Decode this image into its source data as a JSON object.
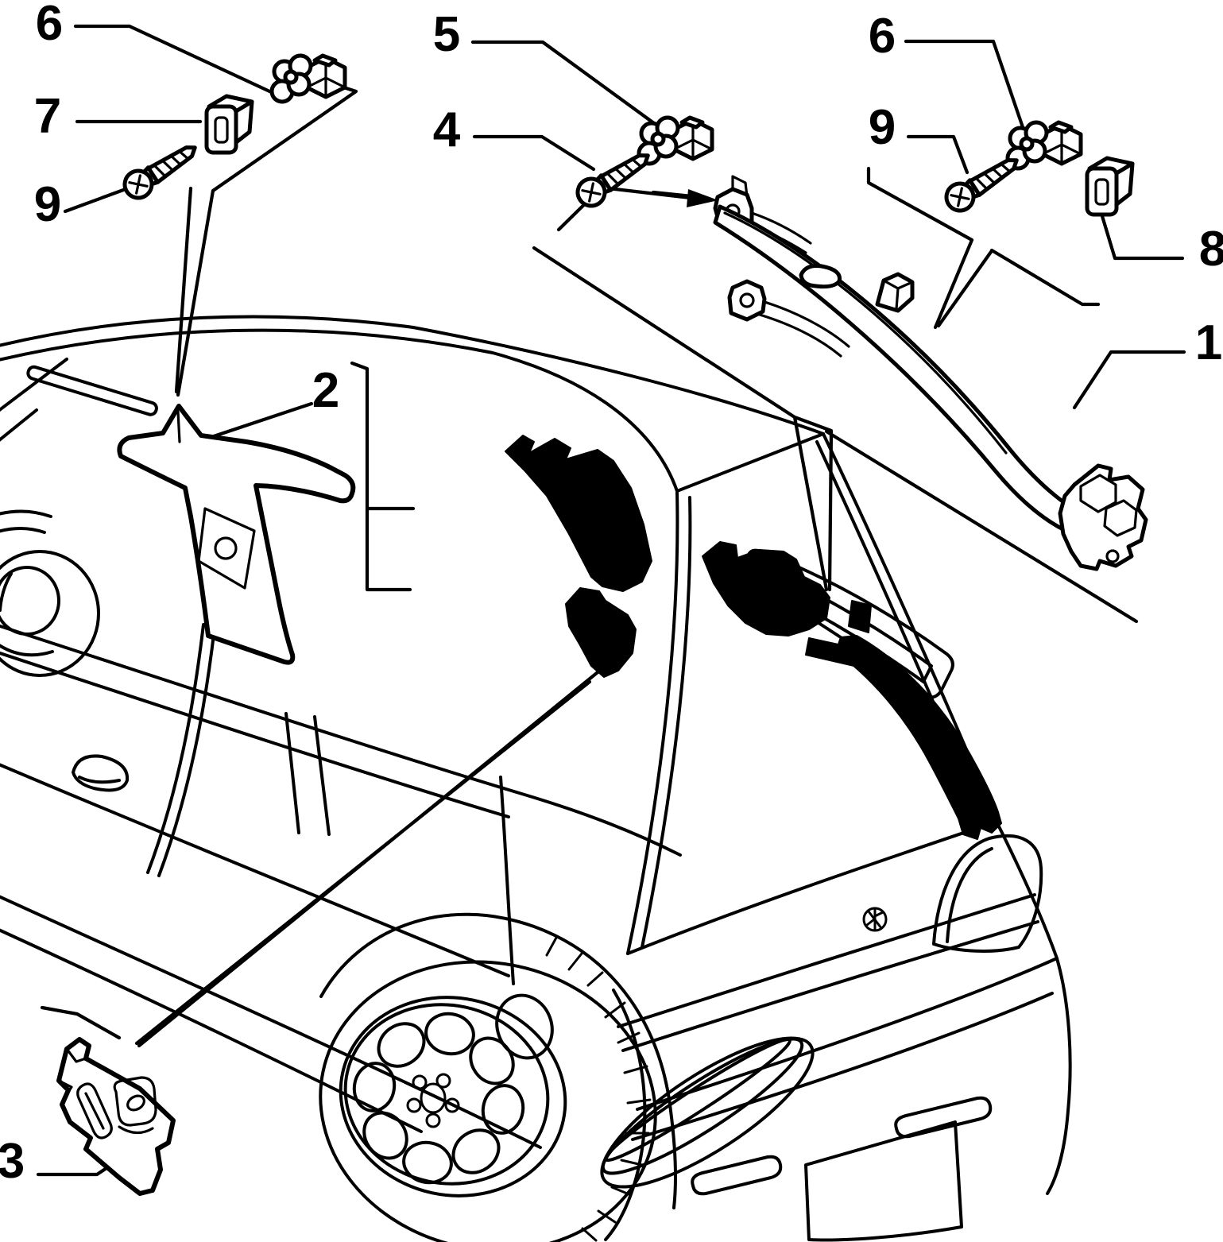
{
  "diagram": {
    "kind": "exploded-parts-line-diagram",
    "subject": "station wagon rear / pillar interior trim with fastener hardware",
    "style": {
      "background": "#ffffff",
      "line_color": "#000000",
      "silhouette_fill": "#000000"
    },
    "vehicle": {
      "badge": "alfa-romeo-roundel",
      "view": "rear-three-quarter",
      "body": "station-wagon"
    },
    "callouts": [
      {
        "label": "1",
        "part": "rear-pillar-trim-strip",
        "position": "right"
      },
      {
        "label": "2",
        "part": "b-pillar-trim-panel",
        "position": "upper-left"
      },
      {
        "label": "3",
        "part": "lower-bracket-plate",
        "position": "bottom-left"
      },
      {
        "label": "4",
        "part": "self-tapping-screw",
        "position": "top-middle"
      },
      {
        "label": "5",
        "part": "expansion-clip",
        "position": "top-middle"
      },
      {
        "label": "6",
        "part": "expansion-clip",
        "position": "top-left"
      },
      {
        "label": "6",
        "part": "expansion-clip",
        "position": "top-right"
      },
      {
        "label": "7",
        "part": "rectangular-grommet",
        "position": "top-left"
      },
      {
        "label": "8",
        "part": "rectangular-grommet",
        "position": "top-right"
      },
      {
        "label": "9",
        "part": "self-tapping-screw",
        "position": "top-left"
      },
      {
        "label": "9",
        "part": "self-tapping-screw",
        "position": "top-right"
      }
    ]
  }
}
